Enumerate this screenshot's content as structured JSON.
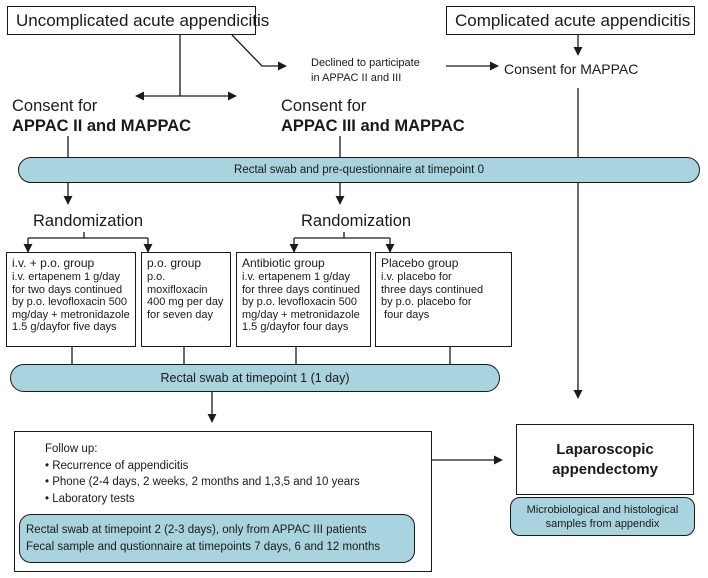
{
  "headers": {
    "uncomplicated": "Uncomplicated acute appendicitis",
    "complicated": "Complicated acute appendicitis"
  },
  "declined": [
    "Declined to participate",
    "in APPAC II and III"
  ],
  "consent_mappac": "Consent for MAPPAC",
  "consent_left": [
    "Consent for",
    "APPAC II and MAPPAC"
  ],
  "consent_right": [
    "Consent for",
    "APPAC III and MAPPAC"
  ],
  "swab_t0": "Rectal swab and pre-questionnaire at timepoint 0",
  "randomization_left": "Randomization",
  "randomization_right": "Randomization",
  "groups": [
    {
      "title": "i.v. + p.o. group",
      "lines": [
        "i.v. ertapenem 1 g/day",
        "for two days continued",
        "by p.o. levofloxacin 500",
        "mg/day + metronidazole",
        "1.5 g/dayfor five days"
      ]
    },
    {
      "title": "p.o. group",
      "lines": [
        "p.o. moxifloxacin",
        "400 mg per day",
        "for seven day"
      ]
    },
    {
      "title": "Antibiotic group",
      "lines": [
        "i.v. ertapenem 1 g/day",
        "for three days continued",
        "by p.o. levofloxacin 500",
        "mg/day + metronidazole",
        "1.5 g/dayfor four days"
      ]
    },
    {
      "title": "Placebo group",
      "lines": [
        "i.v. placebo for",
        "three days continued",
        "by p.o. placebo for",
        " four days"
      ]
    }
  ],
  "swab_t1": "Rectal swab at timepoint 1 (1 day)",
  "followup": {
    "title": "Follow up:",
    "items": [
      "• Recurrence of appendicitis",
      "• Phone (2-4 days, 2 weeks, 2 months and 1,3,5 and 10 years",
      "• Laboratory tests"
    ],
    "swab_lines": [
      "Rectal swab at timepoint 2 (2-3 days), only from APPAC III patients",
      "Fecal sample and qustionnaire at timepoints 7 days, 6 and 12 months"
    ]
  },
  "laparoscopic": [
    "Laparoscopic",
    "appendectomy"
  ],
  "micro": [
    "Microbiological and histological",
    "samples from appendix"
  ],
  "colors": {
    "pill_fill": "#a9d3de",
    "stroke": "#1a1a1a"
  }
}
